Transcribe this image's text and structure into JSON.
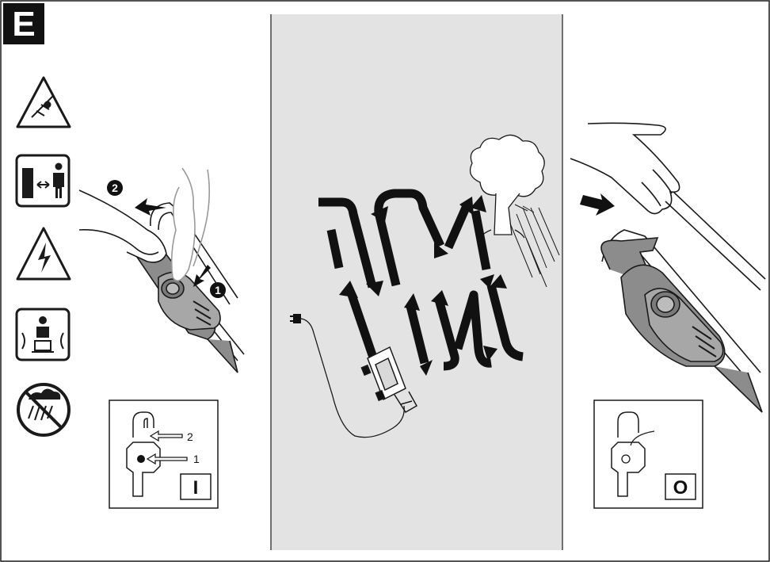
{
  "section_letter": "E",
  "step_markers": [
    "1",
    "2"
  ],
  "switch_panel_on": {
    "arrow_labels": [
      "2",
      "1"
    ],
    "state_symbol": "I"
  },
  "switch_panel_off": {
    "state_symbol": "O"
  },
  "warning_icons": [
    "flying-objects-warning-icon",
    "keep-distance-icon",
    "electric-shock-warning-icon",
    "bystanders-warning-icon",
    "no-rain-icon"
  ],
  "colors": {
    "line": "#1a1a1a",
    "middle_panel": "#e3e3e3",
    "handle_grey": "#8c8c8c",
    "arrow": "#111111"
  }
}
